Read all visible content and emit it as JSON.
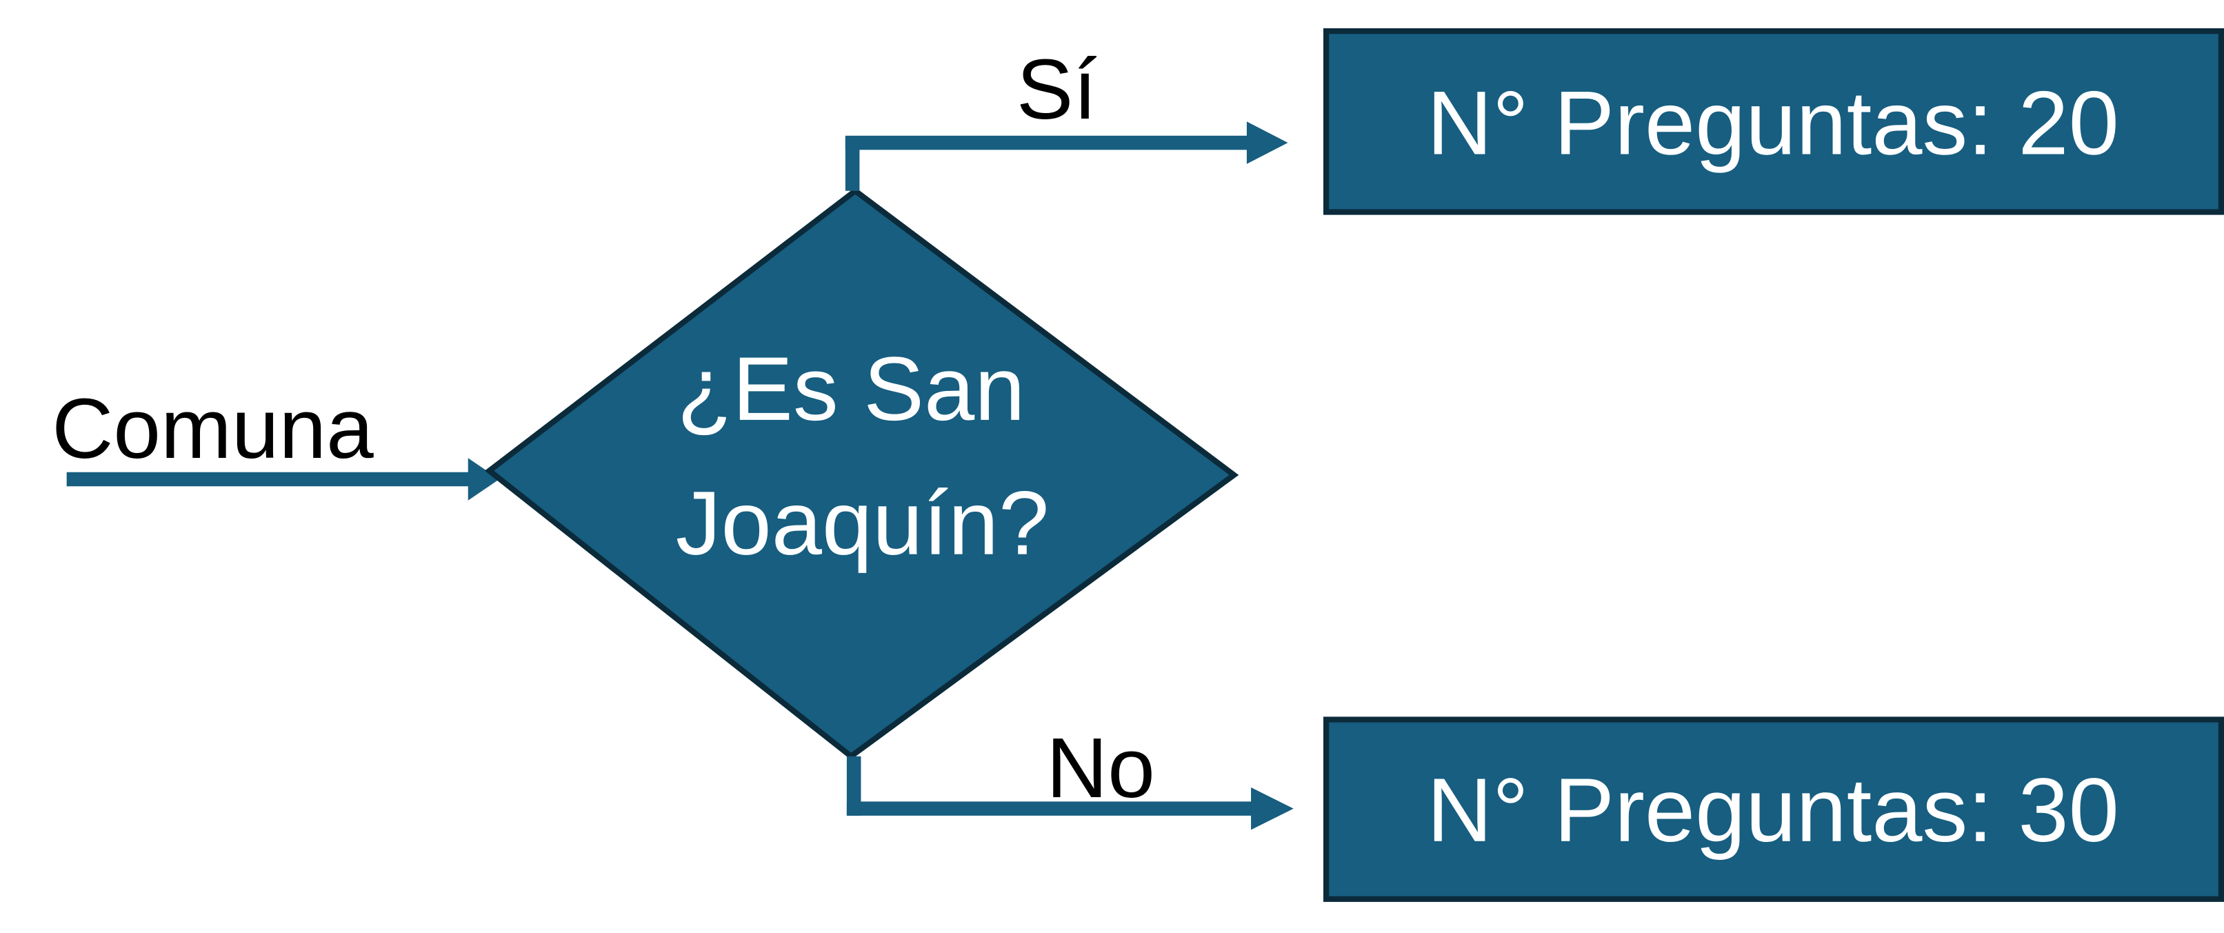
{
  "colors": {
    "shape_fill": "#175E80",
    "shape_stroke": "#0B2A3A",
    "arrow": "#175E80"
  },
  "input_label": "Comuna",
  "decision": {
    "line1": "¿Es San",
    "line2": "Joaquín?"
  },
  "yes_branch": {
    "label": "Sí",
    "result": "N° Preguntas: 20"
  },
  "no_branch": {
    "label": "No",
    "result": "N° Preguntas: 30"
  }
}
